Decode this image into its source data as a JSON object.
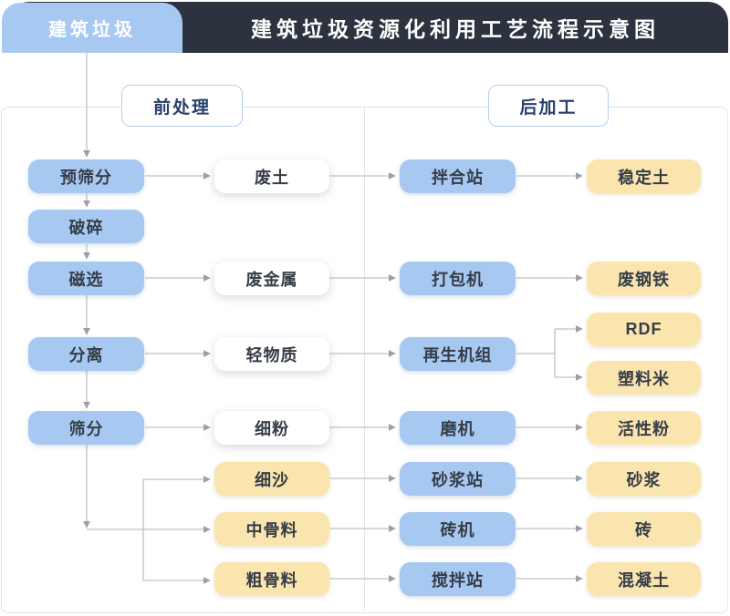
{
  "header": {
    "tab_label": "建筑垃圾",
    "title": "建筑垃圾资源化利用工艺流程示意图"
  },
  "sections": {
    "pre": "前处理",
    "post": "后加工"
  },
  "nodes": {
    "pre_screening": "预筛分",
    "crushing": "破碎",
    "magnetic_separation": "磁选",
    "separation": "分离",
    "screening": "筛分",
    "waste_soil": "废土",
    "waste_metal": "废金属",
    "light_material": "轻物质",
    "fine_powder": "细粉",
    "fine_sand": "细沙",
    "medium_aggregate": "中骨料",
    "coarse_aggregate": "粗骨料",
    "mixing_station": "拌合站",
    "baler": "打包机",
    "recycling_unit": "再生机组",
    "mill": "磨机",
    "mortar_station": "砂浆站",
    "brick_machine": "砖机",
    "concrete_station": "搅拌站",
    "stabilized_soil": "稳定土",
    "waste_steel": "废钢铁",
    "rdf": "RDF",
    "plastic_pellets": "塑料米",
    "active_powder": "活性粉",
    "mortar": "砂浆",
    "brick": "砖",
    "concrete": "混凝土"
  },
  "colors": {
    "header_bar": "#2d333e",
    "process_blue": "#a7c8f1",
    "product_yellow": "#fbe5ae",
    "section_text": "#27406b",
    "node_text": "#363d48",
    "connector_gray": "#adb0b8",
    "panel_border": "#e3e5ef"
  }
}
